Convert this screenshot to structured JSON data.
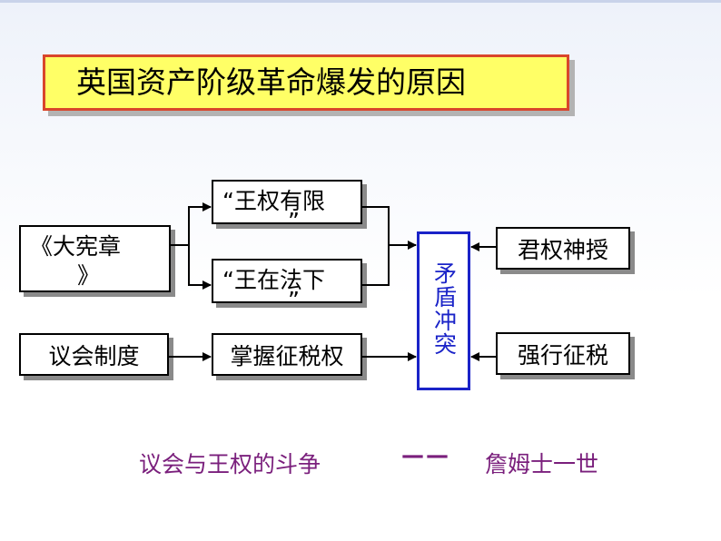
{
  "title": "英国资产阶级革命爆发的原因",
  "boxes": {
    "magna_carta": {
      "line1": "《大宪章",
      "line2": "》"
    },
    "royal_limited": {
      "line1": "“王权有限",
      "line2": "”"
    },
    "king_under_law": {
      "line1": "“王在法下",
      "line2": "”"
    },
    "parliament": "议会制度",
    "tax_power": "掌握征税权",
    "divine_right": "君权神授",
    "forced_tax": "强行征税",
    "conflict": "矛盾冲突"
  },
  "footer": {
    "left": "议会与王权的斗争",
    "dash": "——",
    "right": "詹姆士一世"
  },
  "colors": {
    "title_bg": "#ffff66",
    "title_border": "#d9462b",
    "center_border": "#1a23c8",
    "footer_text": "#7a1f7c"
  }
}
